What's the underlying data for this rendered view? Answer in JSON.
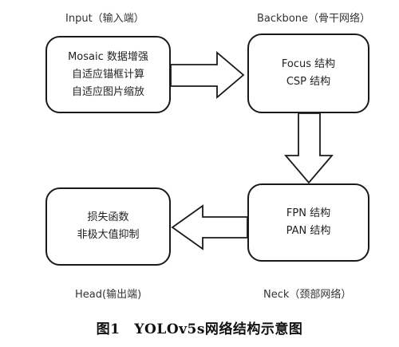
{
  "nodes": {
    "input": {
      "title": "Input（输入端）",
      "lines": [
        "Mosaic 数据增强",
        "自适应锚框计算",
        "自适应图片缩放"
      ]
    },
    "backbone": {
      "title": "Backbone（骨干网络）",
      "lines": [
        "Focus 结构",
        "CSP 结构"
      ]
    },
    "neck": {
      "title": "Neck（颈部网络）",
      "lines": [
        "FPN 结构",
        "PAN 结构"
      ]
    },
    "head": {
      "title": "Head(输出端)",
      "lines": [
        "损失函数",
        "非极大值抑制"
      ]
    }
  },
  "edges": [
    {
      "from": "input",
      "to": "backbone"
    },
    {
      "from": "backbone",
      "to": "neck"
    },
    {
      "from": "neck",
      "to": "head"
    }
  ],
  "caption": {
    "number": "图1",
    "text": "YOLOv5s网络结构示意图"
  }
}
